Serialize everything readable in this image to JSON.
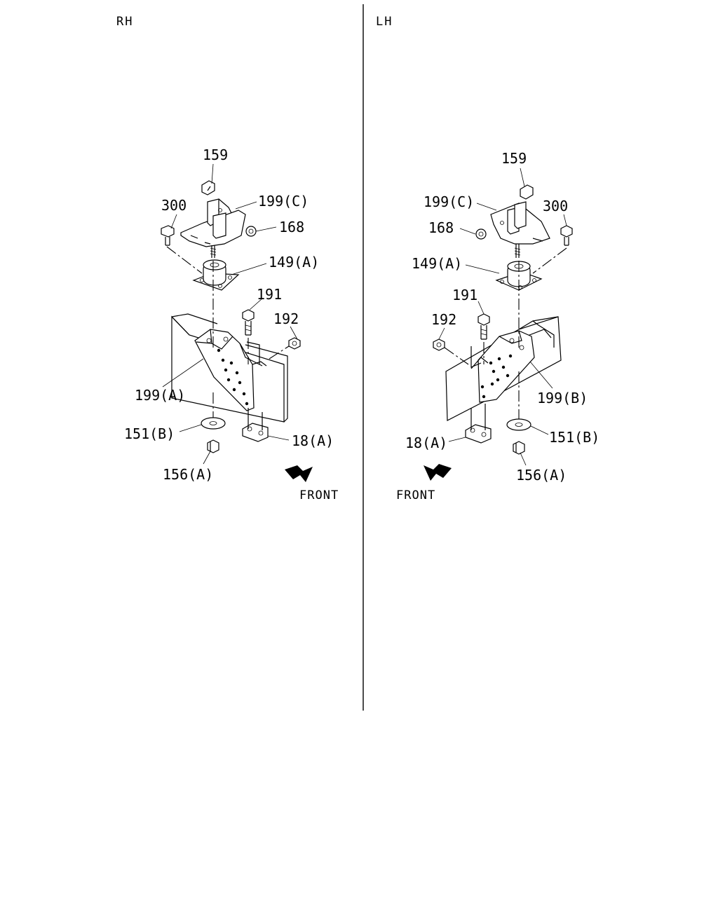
{
  "panels": {
    "rh": {
      "title": "RH",
      "labels": {
        "p159": "159",
        "p199c": "199(C)",
        "p300": "300",
        "p168": "168",
        "p149a": "149(A)",
        "p191": "191",
        "p192": "192",
        "p199a": "199(A)",
        "p151b": "151(B)",
        "p18a": "18(A)",
        "p156a": "156(A)"
      },
      "front": "FRONT"
    },
    "lh": {
      "title": "LH",
      "labels": {
        "p159": "159",
        "p199c": "199(C)",
        "p300": "300",
        "p168": "168",
        "p149a": "149(A)",
        "p191": "191",
        "p192": "192",
        "p199b": "199(B)",
        "p151b": "151(B)",
        "p18a": "18(A)",
        "p156a": "156(A)"
      },
      "front": "FRONT"
    }
  }
}
